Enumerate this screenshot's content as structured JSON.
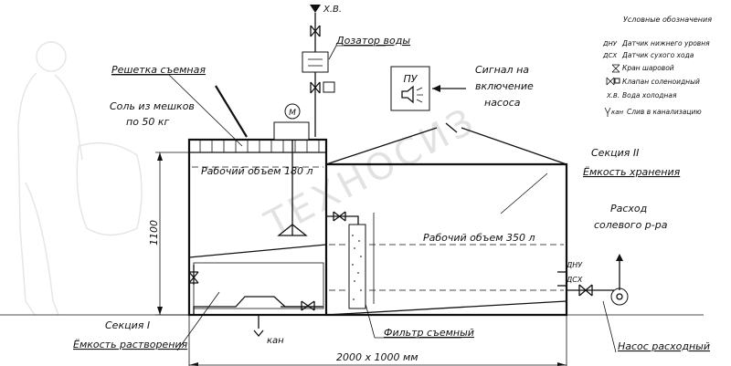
{
  "labels": {
    "cold_water_top": "Х.В.",
    "water_doser": "Дозатор воды",
    "grate_removable": "Решетка съемная",
    "salt_from_bags_line1": "Соль из мешков",
    "salt_from_bags_line2": "по 50 кг",
    "working_volume_1": "Рабочий объем 180 л",
    "working_volume_2": "Рабочий объем 350 л",
    "signal_line1": "Сигнал на",
    "signal_line2": "включение",
    "signal_line3": "насоса",
    "control_panel": "ПУ",
    "section2_line1": "Секция II",
    "section2_line2": "Ёмкость хранения",
    "flow_line1": "Расход",
    "flow_line2": "солевого р-ра",
    "section1_line1": "Секция I",
    "section1_line2": "Ёмкость растворения",
    "filter": "Фильтр съемный",
    "drain_bottom": "кан",
    "pump": "Насос расходный",
    "dimension_overall": "2000 х 1000 мм",
    "dimension_height": "1100",
    "sensor_low": "ДНУ",
    "sensor_dry": "ДСХ",
    "motor": "М",
    "watermark": "ТЕХНОСИЗ"
  },
  "legend": {
    "title": "Условные обозначения",
    "items": [
      {
        "code": "ДНУ",
        "text": "Датчик нижнего уровня"
      },
      {
        "code": "ДСХ",
        "text": "Датчик сухого хода"
      },
      {
        "code": "",
        "text": "Кран шаровой"
      },
      {
        "code": "",
        "text": "Клапан соленоидный"
      },
      {
        "code": "Х.В.",
        "text": "Вода холодная"
      },
      {
        "code": "кан",
        "text": "Слив в канализацию"
      }
    ]
  }
}
